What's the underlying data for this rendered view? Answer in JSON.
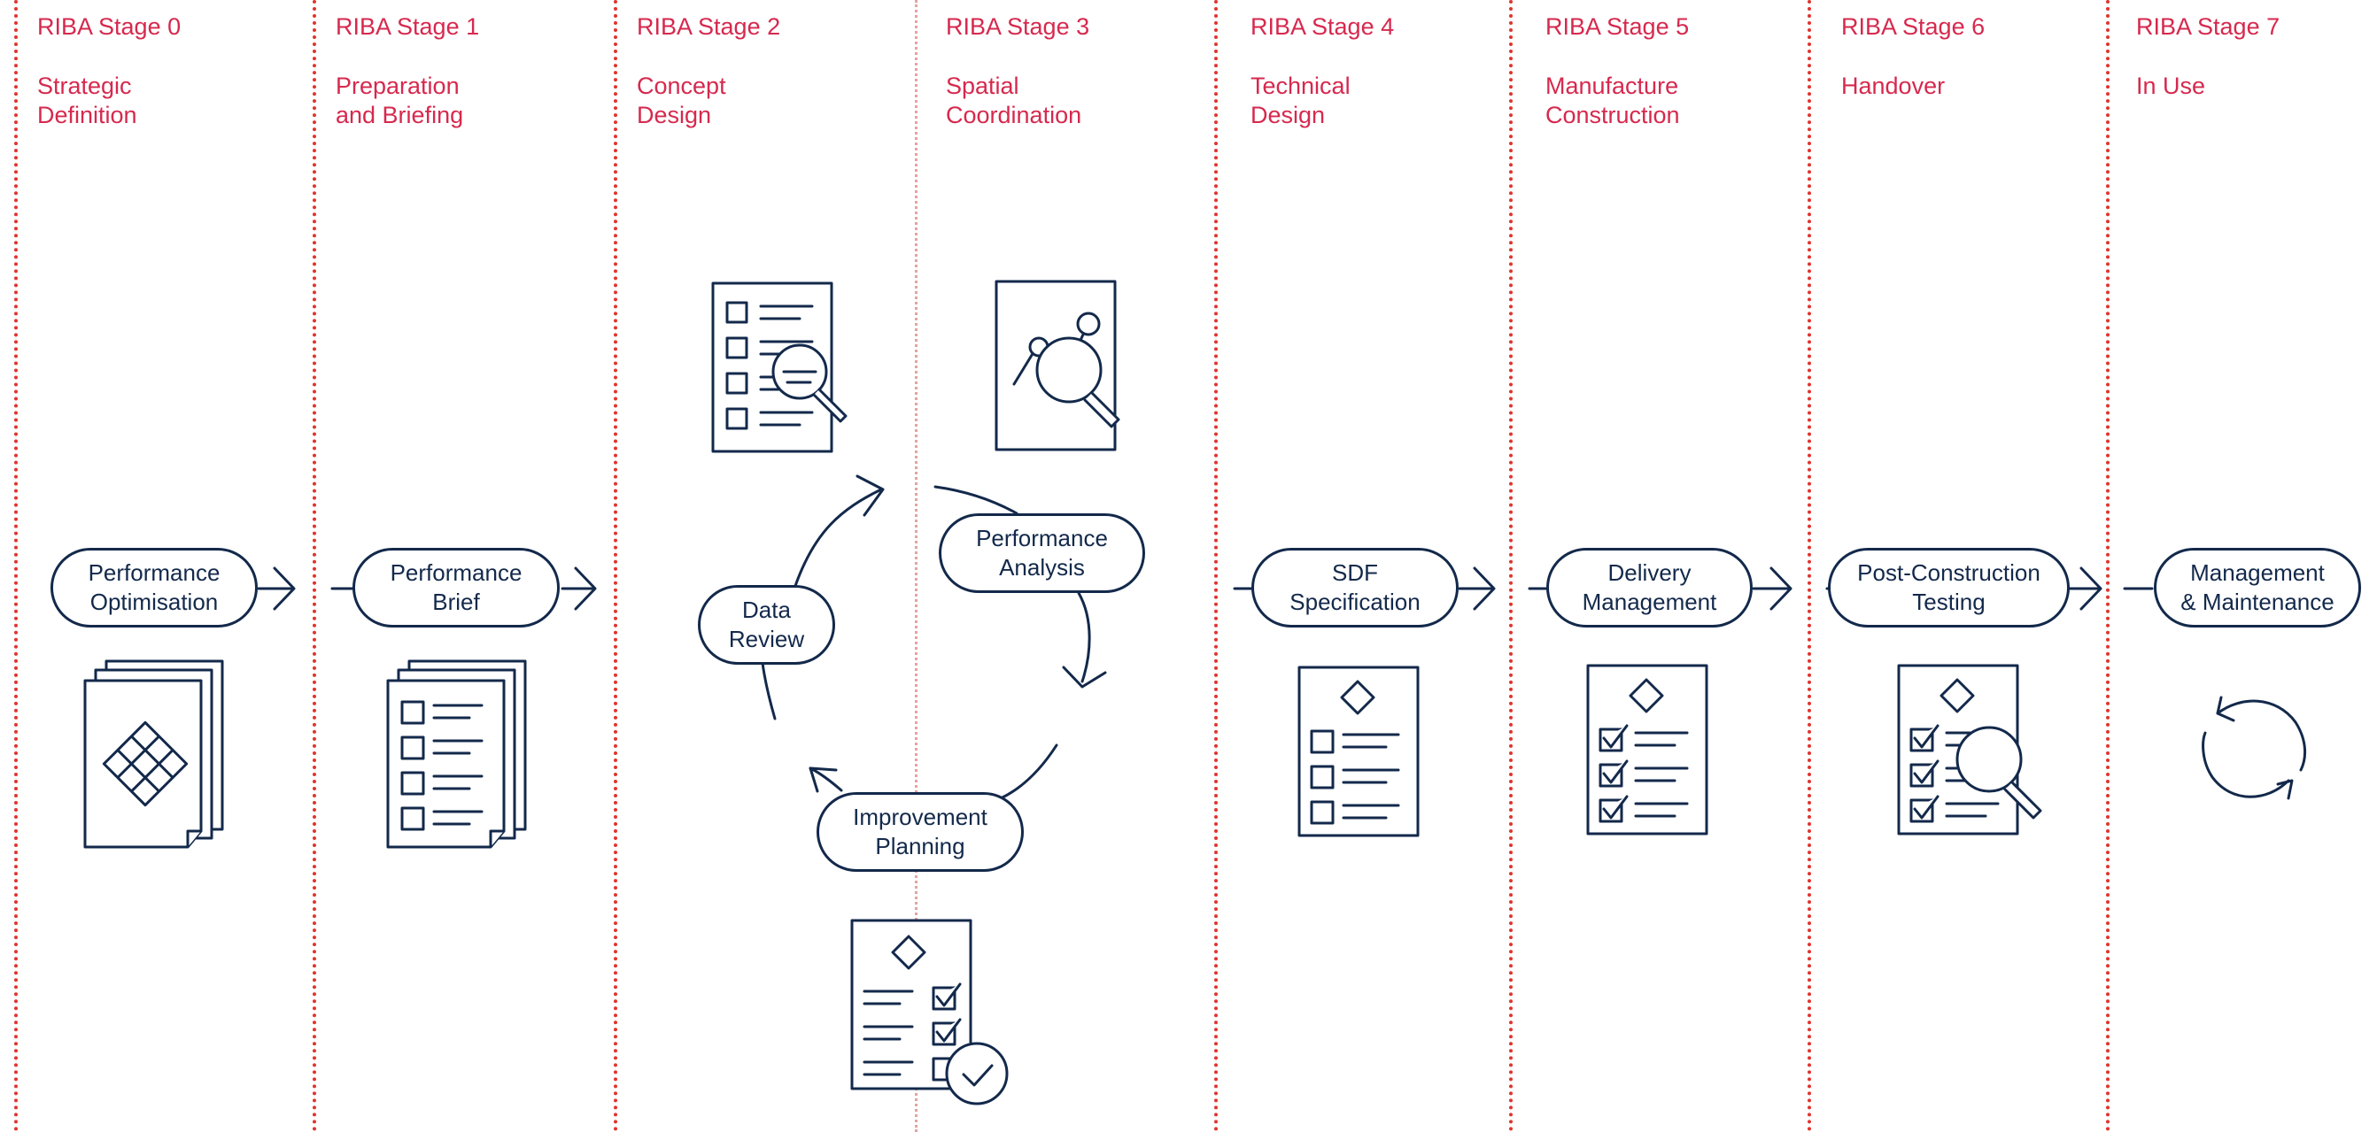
{
  "colors": {
    "accent": "#d6294e",
    "stroke": "#13294b",
    "divider": "#e0342e"
  },
  "stages": [
    {
      "num": "RIBA Stage 0",
      "name": "Strategic\nDefinition",
      "process": "Performance\nOptimisation",
      "icon": "stacked-grid-document-icon"
    },
    {
      "num": "RIBA Stage 1",
      "name": "Preparation\nand Briefing",
      "process": "Performance\nBrief",
      "icon": "stacked-checklist-document-icon"
    },
    {
      "num": "RIBA Stage 2",
      "name": "Concept\nDesign",
      "process": "",
      "icon": "checklist-magnifier-icon"
    },
    {
      "num": "RIBA Stage 3",
      "name": "Spatial\nCoordination",
      "process": "",
      "icon": "analysis-magnifier-icon"
    },
    {
      "num": "RIBA Stage 4",
      "name": "Technical\nDesign",
      "process": "SDF\nSpecification",
      "icon": "specification-document-icon"
    },
    {
      "num": "RIBA Stage 5",
      "name": "Manufacture\nConstruction",
      "process": "Delivery\nManagement",
      "icon": "checked-document-icon"
    },
    {
      "num": "RIBA Stage 6",
      "name": "Handover",
      "process": "Post-Construction\nTesting",
      "icon": "checked-document-magnifier-icon"
    },
    {
      "num": "RIBA Stage 7",
      "name": "In Use",
      "process": "Management\n& Maintenance",
      "icon": "refresh-cycle-icon"
    }
  ],
  "cycle": {
    "data_review": "Data\nReview",
    "performance_analysis": "Performance\nAnalysis",
    "improvement_planning": "Improvement\nPlanning",
    "icons": [
      "checklist-magnifier-icon",
      "analysis-magnifier-icon",
      "approved-document-icon"
    ]
  }
}
